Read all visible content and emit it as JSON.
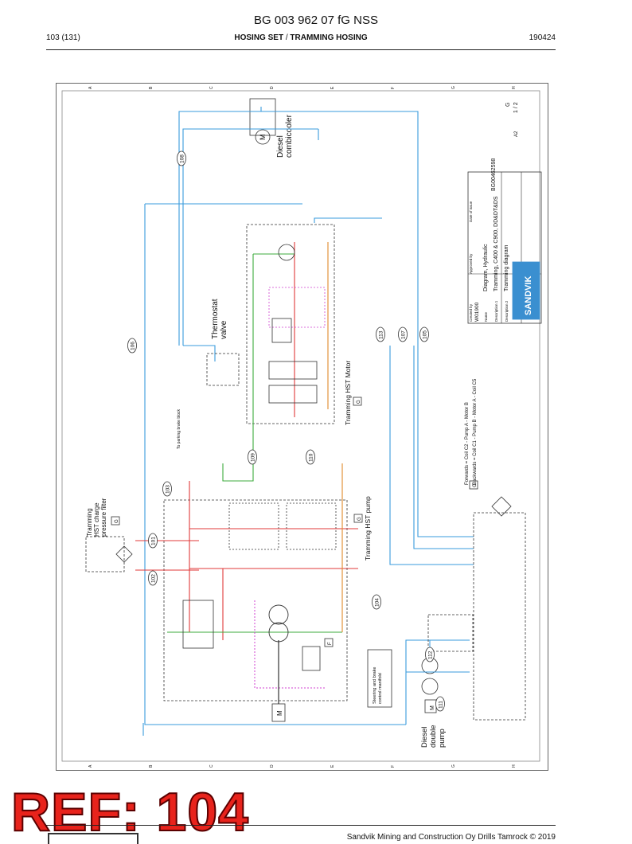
{
  "header": {
    "doc_code": "BG 003 962 07 fG NSS",
    "page": "103 (131)",
    "title_bold": "HOSING SET",
    "title_sep": " / ",
    "title_sub": "TRAMMING HOSING",
    "date": "190424"
  },
  "labels": {
    "diesel_combicooler": [
      "Diesel",
      "combicooler"
    ],
    "thermostat_valve": [
      "Thermostat",
      "valve"
    ],
    "tramming_hst_motor": "Tramming HST Motor",
    "tramming_hst_pump": "Tramming HST pump",
    "hst_filter": [
      "Tramming",
      "HST charge",
      "pressure filter"
    ],
    "diesel_double_pump": [
      "Diesel",
      "double",
      "pump"
    ],
    "steering_manifold": [
      "Steering and brake",
      "control manifold"
    ],
    "parking_brake": "To parking brake block",
    "forwards": "Forwards = Coil C2 - Pump A - Motor B",
    "backwards": "Backwards = Coil C1 - Pump B - Motor A - Coil C5",
    "motor_m": "M",
    "g_box": "G",
    "f_box": "F"
  },
  "callouts": [
    "108",
    "106",
    "103",
    "109",
    "110",
    "113",
    "107",
    "105",
    "101",
    "102",
    "104",
    "112",
    "111"
  ],
  "title_block": {
    "created_by_label": "Created by",
    "created_by": "W01900",
    "approved_label": "Approved by",
    "date_label": "Date of issue",
    "name_label": "Name",
    "name": "Diagram, Hydraulic",
    "desc1_label": "Description 1",
    "desc1": "Tramming, C400 & C900, DD&DT&DS",
    "desc2_label": "Description 2",
    "desc2": "Tramming diagram",
    "id": "BG00462598",
    "revision": "G",
    "sheet": "1 / 2",
    "size": "A2",
    "brand": "SANDVIK"
  },
  "ref_stamp": "REF: 104",
  "footer": "Sandvik Mining and Construction Oy Drills Tamrock © 2019",
  "colors": {
    "blue": "#3a9bdc",
    "red": "#e03a3a",
    "green": "#3cab3c",
    "orange": "#e08a2a",
    "magenta": "#d040d0",
    "line": "#333333"
  }
}
